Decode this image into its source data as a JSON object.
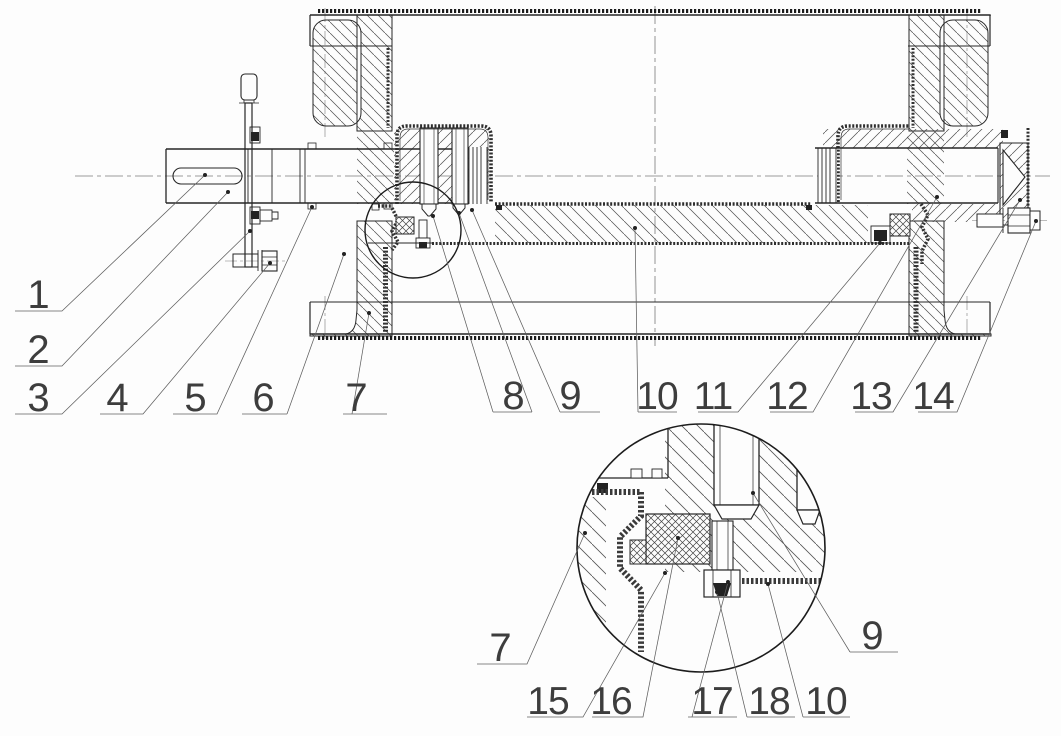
{
  "meta": {
    "description": "Sectional engineering drawing of a conveyor drum pulley assembly with a driving shaft, end discs, locking bolts, bearing and labyrinth seal, plus an enlarged circular detail view of the bearing-seal area"
  },
  "colors": {
    "background": "#fdfdfd",
    "outline": "#262626",
    "hatch": "#4f4f4f",
    "leader": "#5f5f5f",
    "text": "#3d3d3d"
  },
  "main_view": {
    "callouts": [
      {
        "label": "1"
      },
      {
        "label": "2"
      },
      {
        "label": "3"
      },
      {
        "label": "4"
      },
      {
        "label": "5"
      },
      {
        "label": "6"
      },
      {
        "label": "7"
      },
      {
        "label": "8"
      },
      {
        "label": "9"
      },
      {
        "label": "10"
      },
      {
        "label": "11"
      },
      {
        "label": "12"
      },
      {
        "label": "13"
      },
      {
        "label": "14"
      }
    ]
  },
  "detail_view": {
    "callouts": [
      {
        "label": "7"
      },
      {
        "label": "15"
      },
      {
        "label": "16"
      },
      {
        "label": "17"
      },
      {
        "label": "18"
      },
      {
        "label": "10"
      },
      {
        "label": "9"
      }
    ]
  }
}
